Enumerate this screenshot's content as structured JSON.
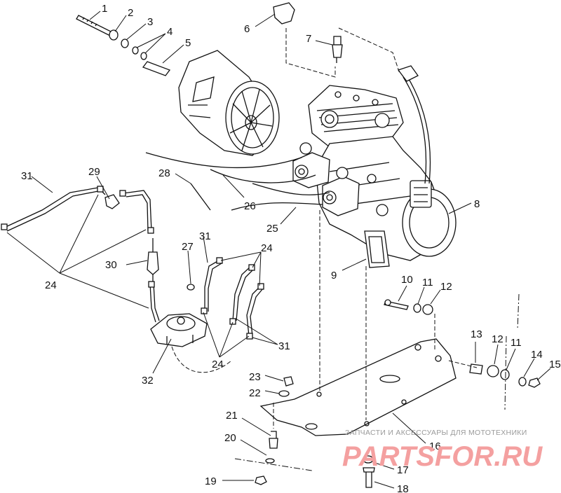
{
  "callouts": [
    {
      "id": "c1",
      "text": "1"
    },
    {
      "id": "c2",
      "text": "2"
    },
    {
      "id": "c3",
      "text": "3"
    },
    {
      "id": "c4",
      "text": "4"
    },
    {
      "id": "c5",
      "text": "5"
    },
    {
      "id": "c6",
      "text": "6"
    },
    {
      "id": "c7",
      "text": "7"
    },
    {
      "id": "c8",
      "text": "8"
    },
    {
      "id": "c9",
      "text": "9"
    },
    {
      "id": "c10",
      "text": "10"
    },
    {
      "id": "c11a",
      "text": "11"
    },
    {
      "id": "c12a",
      "text": "12"
    },
    {
      "id": "c13",
      "text": "13"
    },
    {
      "id": "c12b",
      "text": "12"
    },
    {
      "id": "c11b",
      "text": "11"
    },
    {
      "id": "c14",
      "text": "14"
    },
    {
      "id": "c15",
      "text": "15"
    },
    {
      "id": "c16",
      "text": "16"
    },
    {
      "id": "c17",
      "text": "17"
    },
    {
      "id": "c18",
      "text": "18"
    },
    {
      "id": "c19",
      "text": "19"
    },
    {
      "id": "c20",
      "text": "20"
    },
    {
      "id": "c21",
      "text": "21"
    },
    {
      "id": "c22",
      "text": "22"
    },
    {
      "id": "c23",
      "text": "23"
    },
    {
      "id": "c24a",
      "text": "24"
    },
    {
      "id": "c24b",
      "text": "24"
    },
    {
      "id": "c24c",
      "text": "24"
    },
    {
      "id": "c25",
      "text": "25"
    },
    {
      "id": "c26",
      "text": "26"
    },
    {
      "id": "c27",
      "text": "27"
    },
    {
      "id": "c28",
      "text": "28"
    },
    {
      "id": "c29",
      "text": "29"
    },
    {
      "id": "c30",
      "text": "30"
    },
    {
      "id": "c31a",
      "text": "31"
    },
    {
      "id": "c31b",
      "text": "31"
    },
    {
      "id": "c31c",
      "text": "31"
    },
    {
      "id": "c32",
      "text": "32"
    }
  ],
  "watermark": {
    "tagline": "ЗАПЧАСТИ И АКСЕССУАРЫ ДЛЯ МОТОТЕХНИКИ",
    "logo": "PARTSFOR.RU",
    "logo_color": "#f4a0a0"
  }
}
